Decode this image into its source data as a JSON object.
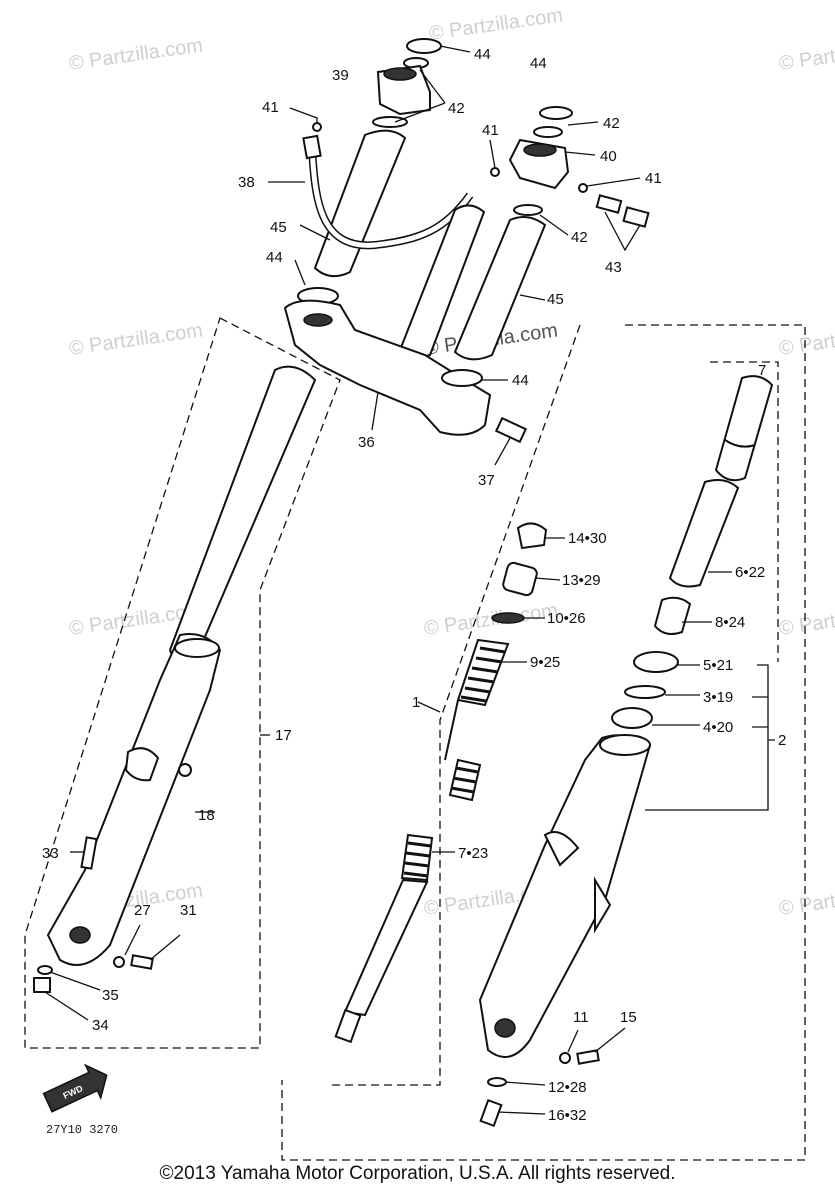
{
  "watermark": "© Partzilla.com",
  "diagram_code": "27Y10 3270",
  "fwd_label": "FWD",
  "copyright": "©2013 Yamaha Motor Corporation, U.S.A. All rights reserved.",
  "callouts": {
    "c44a": "44",
    "c39": "39",
    "c42a": "42",
    "c41a": "41",
    "c38": "38",
    "c45a": "45",
    "c44b": "44",
    "c44c": "44",
    "c42b": "42",
    "c40": "40",
    "c41b": "41",
    "c41c": "41",
    "c42c": "42",
    "c43": "43",
    "c45b": "45",
    "c44d": "44",
    "c36": "36",
    "c37": "37",
    "c7a": "7",
    "c14_30": "14•30",
    "c13_29": "13•29",
    "c10_26": "10•26",
    "c9_25": "9•25",
    "c1": "1",
    "c6_22": "6•22",
    "c8_24": "8•24",
    "c5_21": "5•21",
    "c3_19": "3•19",
    "c4_20": "4•20",
    "c2": "2",
    "c17": "17",
    "c18": "18",
    "c33": "33",
    "c27": "27",
    "c31": "31",
    "c35": "35",
    "c34": "34",
    "c7_23": "7•23",
    "c11": "11",
    "c15": "15",
    "c12_28": "12•28",
    "c16_32": "16•32"
  }
}
